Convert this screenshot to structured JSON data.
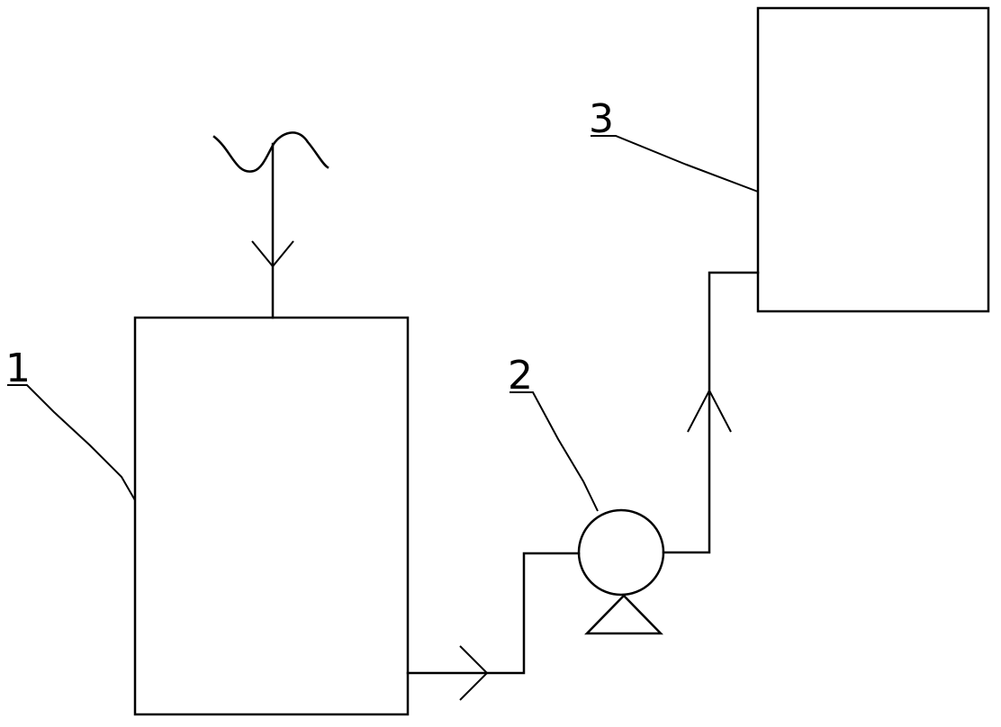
{
  "diagram": {
    "labels": {
      "tank": "1",
      "pump": "2",
      "vessel": "3"
    },
    "colors": {
      "line": "#000000",
      "background": "#ffffff"
    }
  }
}
